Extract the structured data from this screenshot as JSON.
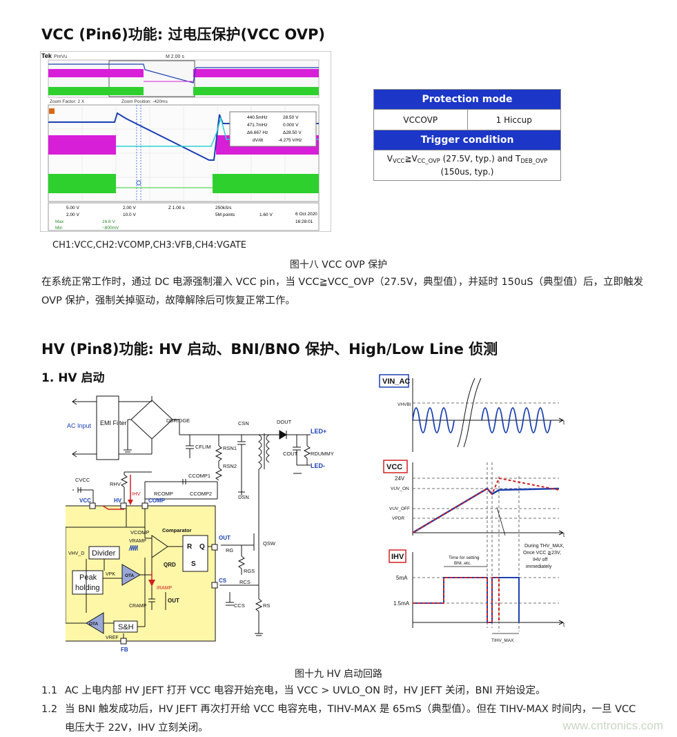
{
  "section1": {
    "title": "VCC (Pin6)功能: 过电压保护(VCC OVP)",
    "scope": {
      "brand": "Tek",
      "mode": "PreVu",
      "timebase": "M 2.00 s",
      "zoom_factor": "Zoom Factor: 2 X",
      "zoom_position": "Zoom Position: -420ms",
      "cursor_rows": [
        [
          "440.5mHz",
          "28.50 V"
        ],
        [
          "471.7mHz",
          "0.000 V"
        ],
        [
          "Δ6.667 Hz",
          "Δ28.50 V"
        ],
        [
          "dV/dt",
          "-4.275 V/Hz"
        ]
      ],
      "ch_settings": {
        "ch1": "5.00 V",
        "ch2": "2.00 V",
        "ch3": "2.00 V",
        "ch4": "10.0 V",
        "time": "Z 1.00 s",
        "rate": "250kS/s",
        "points": "5M points",
        "trig": "1.60 V",
        "max_label": "Max",
        "max_val": "16.8 V",
        "min_label": "Min",
        "min_val": "~800mV",
        "date": "6 Oct 2020",
        "time_of_day": "16:28:01"
      },
      "legend": "CH1:VCC,CH2:VCOMP,CH3:VFB,CH4:VGATE"
    },
    "table": {
      "header1": "Protection mode",
      "cell_left": "VCCOVP",
      "cell_right": "1 Hiccup",
      "header2": "Trigger condition",
      "cond_v": "V",
      "cond_vsub": "VCC",
      "cond_ge": "≧V",
      "cond_ovsub": "CC_OVP",
      "cond_mid": " (27.5V, typ.) and T",
      "cond_tsub": "DEB_OVP",
      "cond_end": "(150us, typ.)"
    },
    "caption": "图十八  VCC OVP 保护",
    "paragraph": "在系统正常工作时，通过 DC 电源强制灌入 VCC pin，当 VCC≧VCC_OVP（27.5V，典型值），并延时 150uS（典型值）后，立即触发 OVP 保护，强制关掉驱动，故障解除后可恢复正常工作。"
  },
  "section2": {
    "title": "HV (Pin8)功能: HV 启动、BNI/BNO 保护、High/Low Line 侦测",
    "subtitle": "1.  HV 启动",
    "schematic": {
      "ac_input": "AC Input",
      "emi": "EMI Filter",
      "dbridge": "DBRIDGE",
      "cflim": "CFLIM",
      "csn": "CSN",
      "rsn1": "RSN1",
      "rsn2": "RSN2",
      "dout": "DOUT",
      "cout": "COUT",
      "rdummy": "RDUMMY",
      "led_plus": "LED+",
      "led_minus": "LED-",
      "cvcc": "CVCC",
      "rhv": "RHV",
      "ihv": "IHV",
      "ccomp1": "CCOMP1",
      "rcomp": "RCOMP",
      "ccomp2": "CCOMP2",
      "dsn": "DSN",
      "vcc": "VCC",
      "hv": "HV",
      "comp": "COMP",
      "vcomp": "VCOMP",
      "comparator": "Comparator",
      "vhv_d": "VHV_D",
      "divider": "Divider",
      "vramp": "VRAMP",
      "peak": "Peak",
      "holding": "holding",
      "vpk": "VPK",
      "ota": "OTA",
      "iramp": "IRAMP",
      "cramp": "CRAMP",
      "out_lbl": "OUT",
      "qrd": "QRD",
      "r": "R",
      "q": "Q",
      "s": "S",
      "sh": "S&H",
      "vref": "VREF",
      "fb": "FB",
      "out_pin": "OUT",
      "rg": "RG",
      "rgs": "RGS",
      "qsw": "QSW",
      "cs": "CS",
      "rcs": "RCS",
      "ccs": "CCS",
      "rs": "RS"
    },
    "waveform": {
      "vin_ac": "VIN_AC",
      "vhvbi": "VHVBI",
      "t": "t",
      "vcc": "VCC",
      "v24": "24V",
      "vuv_on": "VUV_ON",
      "vuv_off": "VUV_OFF",
      "vpdr": "VPDR",
      "note": [
        "During THV_MAX,",
        "Once VCC ≧23V,",
        "IHV off",
        "immediately"
      ],
      "ihv": "IHV",
      "i5ma": "5mA",
      "i15ma": "1.5mA",
      "setting": [
        "Time for setting",
        "BNI..etc."
      ],
      "tihv_max": "TIHV_MAX"
    },
    "caption": "图十九  HV 启动回路",
    "items": [
      {
        "num": "1.1",
        "text": "AC 上电内部 HV JEFT 打开 VCC 电容开始充电，当 VCC > UVLO_ON 时，HV JEFT 关闭，BNI 开始设定。"
      },
      {
        "num": "1.2",
        "text": "当 BNI 触发成功后，HV JEFT 再次打开给 VCC 电容充电，TIHV-MAX 是 65mS（典型值）。但在 TIHV-MAX 时间内，一旦 VCC 电压大于 22V，IHV 立刻关闭。"
      }
    ],
    "watermark": "www.cntronics.com"
  }
}
